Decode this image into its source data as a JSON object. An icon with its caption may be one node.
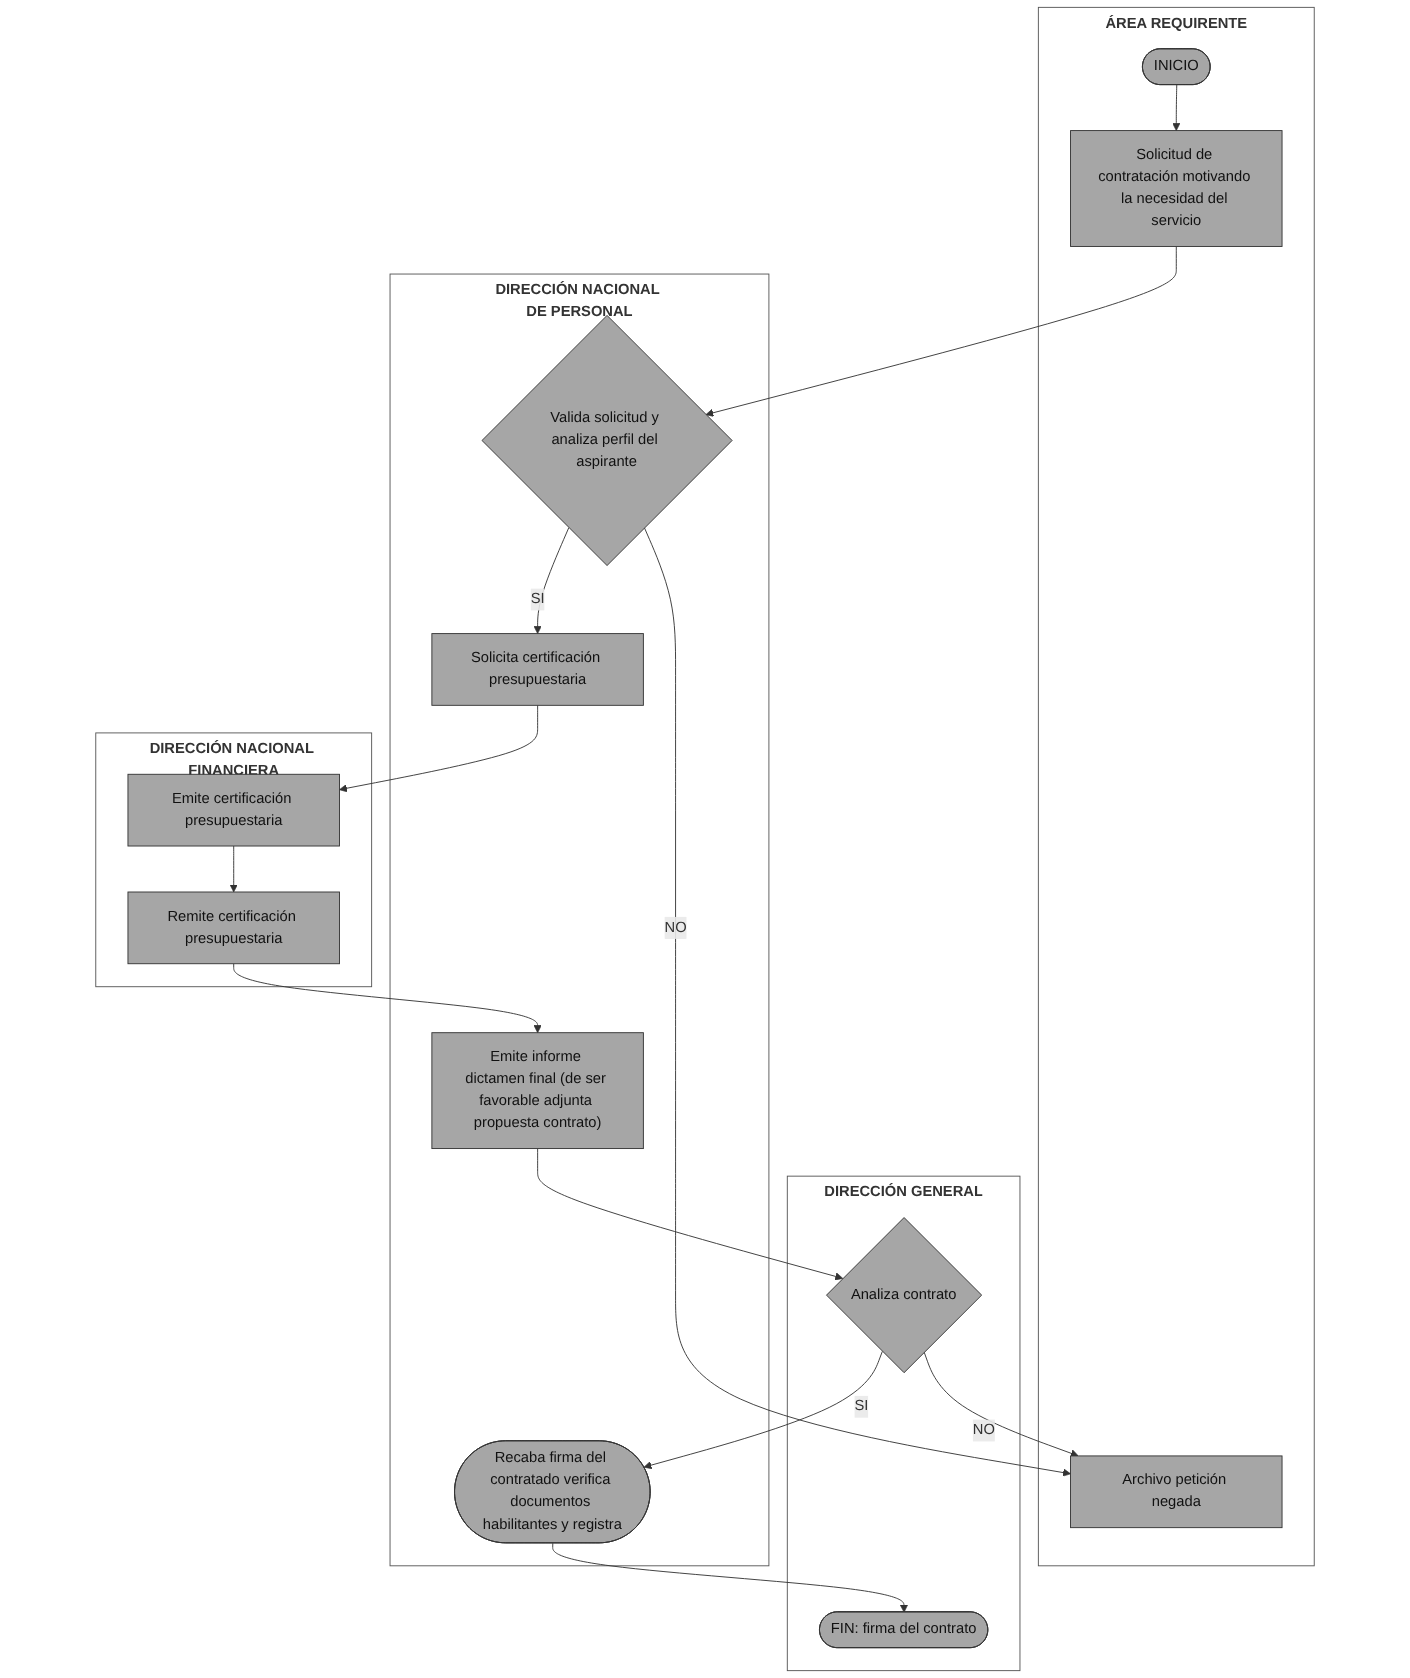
{
  "diagram": {
    "nodes": [
      {
        "text": [
          "ÁREA REQUIRENTE"
        ]
      },
      {
        "text": [
          "DIRECCIÓN GENERAL"
        ]
      },
      {
        "text": [
          "DIRECCIÓN NACIONAL DE PERSONAL"
        ]
      },
      {
        "text": [
          "DIRECCIÓN NACIONAL FINANCIERA"
        ]
      },
      {
        "text": [
          "INICIO"
        ],
        "in": 0
      },
      {
        "text": [
          "Solicitud de contratación motivando la necesidad del servicio"
        ],
        "in": 0
      },
      {
        "text": [
          "Valida solicitud y analiza perfil del aspirante"
        ],
        "in": 2
      },
      {
        "text": [
          "Archivo petición negada"
        ],
        "in": 0
      },
      {
        "text": [
          "Solicita certificación presupuestaria"
        ],
        "in": 2
      },
      {
        "text": [
          "Emite certificación presupuestaria"
        ],
        "in": 3
      },
      {
        "text": [
          "Remite certificación presupuestaria"
        ],
        "in": 3
      },
      {
        "text": [
          "Emite informe dictamen final (de ser favorable adjunta propuesta contrato)"
        ],
        "in": 2
      },
      {
        "text": [
          "Analiza contrato"
        ],
        "in": 1
      },
      {
        "text": [
          "Recaba firma del contratado verifica documentos habilitantes y registra"
        ],
        "in": 2
      },
      {
        "text": [
          "FIN: firma del contrato"
        ],
        "in": 1
      }
    ],
    "edges": [
      {
        "from": 4,
        "to": 5,
        "arrow": "to"
      },
      {
        "from": 5,
        "to": 6,
        "arrow": "to"
      },
      {
        "from": 6,
        "to": 7,
        "label": "NO",
        "arrow": "to"
      },
      {
        "from": 6,
        "to": 8,
        "label": "SI",
        "arrow": "to"
      },
      {
        "from": 8,
        "to": 9,
        "arrow": "to"
      },
      {
        "from": 9,
        "to": 10,
        "arrow": "to"
      },
      {
        "from": 10,
        "to": 11,
        "arrow": "to"
      },
      {
        "from": 11,
        "to": 12,
        "arrow": "to"
      },
      {
        "from": 12,
        "to": 7,
        "label": "NO",
        "arrow": "to"
      },
      {
        "from": 12,
        "to": 13,
        "label": "SI",
        "arrow": "to"
      },
      {
        "from": 13,
        "to": 14,
        "arrow": "to"
      }
    ]
  }
}
